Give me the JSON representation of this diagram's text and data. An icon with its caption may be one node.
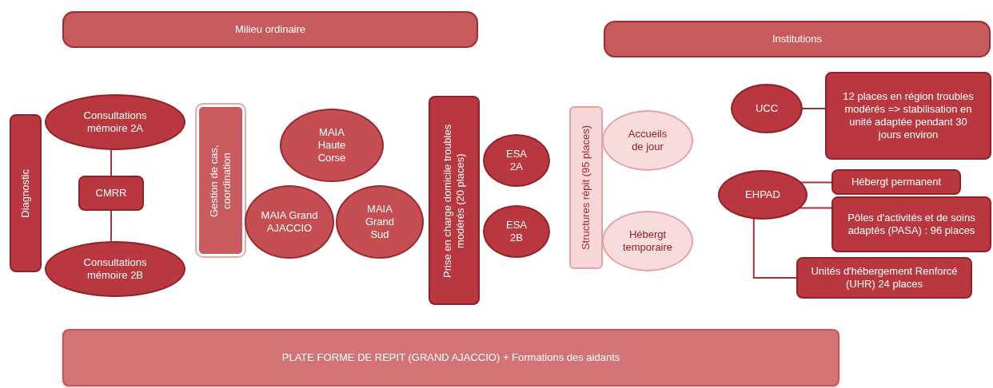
{
  "diagram": {
    "nodes": [
      {
        "text": [
          "Milieu ordinaire"
        ]
      },
      {
        "text": [
          "Institutions"
        ]
      },
      {
        "text": [
          "Diagnostic"
        ]
      },
      {
        "text": [
          "Consultations mémoire 2A"
        ]
      },
      {
        "text": [
          "CMRR"
        ]
      },
      {
        "text": [
          "Consultations mémoire 2B"
        ]
      },
      {
        "text": [
          "Gestion de cas, coordination"
        ]
      },
      {
        "text": [
          "MAIA Haute Corse"
        ]
      },
      {
        "text": [
          "MAIA Grand AJACCIO"
        ]
      },
      {
        "text": [
          "MAIA Grand Sud"
        ]
      },
      {
        "text": [
          "Prise en charge domicile troubles modérés (20 places)"
        ]
      },
      {
        "text": [
          "ESA 2A"
        ]
      },
      {
        "text": [
          "ESA 2B"
        ]
      },
      {
        "text": [
          "Structures répit (95 places)"
        ]
      },
      {
        "text": [
          "Accueils de jour"
        ]
      },
      {
        "text": [
          "Hébergt temporaire"
        ]
      },
      {
        "text": [
          "UCC"
        ]
      },
      {
        "text": [
          "12 places en région troubles modérés => stabilisation en unité adaptée pendant 30 jours environ"
        ]
      },
      {
        "text": [
          "EHPAD"
        ]
      },
      {
        "text": [
          "Hébergt permanent"
        ]
      },
      {
        "text": [
          "Pôles d'activités et de soins adaptés (PASA) : 96 places"
        ]
      },
      {
        "text": [
          "Unités d'hébergement Renforcé (UHR) 24 places"
        ]
      },
      {
        "text": [
          "PLATE FORME DE REPIT (GRAND AJACCIO) + Formations des aidants"
        ]
      }
    ],
    "edges": [
      {
        "from": 3,
        "to": 4,
        "arrow": "none"
      },
      {
        "from": 4,
        "to": 5,
        "arrow": "none"
      },
      {
        "from": 16,
        "to": 17,
        "arrow": "none"
      },
      {
        "from": 18,
        "to": 19,
        "arrow": "none"
      },
      {
        "from": 18,
        "to": 20,
        "arrow": "none"
      },
      {
        "from": 18,
        "to": 21,
        "arrow": "none"
      }
    ]
  }
}
